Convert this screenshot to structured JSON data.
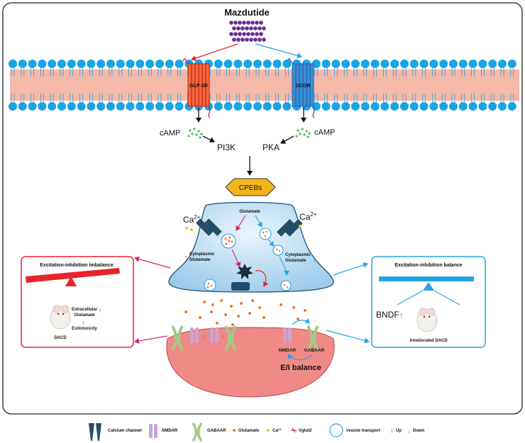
{
  "diagram": {
    "drug": "Mazdutide",
    "receptors": {
      "left": "GLP-1R",
      "right": "GCGR"
    },
    "second_messenger_left": "cAMP",
    "second_messenger_right": "cAMP",
    "kinase_left": "PI3K",
    "kinase_right": "PKA",
    "target": "CPEBs",
    "neuron": {
      "calcium_left": "Ca",
      "calcium_right": "Ca",
      "calcium_superscript": "2+",
      "glutamate": "Glutamate",
      "cytoplasmic_left": [
        "Cytoplasmic",
        "Glutamate"
      ],
      "cytoplasmic_right": [
        "Cytoplasmic",
        "Glutamate"
      ]
    },
    "left_panel": {
      "title": "Excitation-inhibition imbalance",
      "extracellular": [
        "Extracellular",
        "Glutamate"
      ],
      "exitotoxicity": "Exitotoxicity",
      "animal": "DACD"
    },
    "right_panel": {
      "title": "Excitation-inhibition balance",
      "bdnf": "BNDF",
      "animal": "Ameliorated DACD"
    },
    "postsynaptic": {
      "nmdar": "NMDAR",
      "gabaar": "GABAAR",
      "balance": "E/I balance"
    }
  },
  "legend": {
    "items": [
      {
        "icon": "calcium-channel-icon",
        "label": "Calcium channel"
      },
      {
        "icon": "nmdar-icon",
        "label": "NMDAR"
      },
      {
        "icon": "gabaar-icon",
        "label": "GABAAR"
      },
      {
        "icon": "glutamate-dot-icon",
        "label": "Glutamate"
      },
      {
        "icon": "calcium-dot-icon",
        "label": "Ca²⁺"
      },
      {
        "icon": "vglut2-icon",
        "label": "Vglut2"
      },
      {
        "icon": "vesicle-transport-icon",
        "label": "vesicle transport"
      },
      {
        "icon": "up-arrow-icon",
        "label": "Up"
      },
      {
        "icon": "down-arrow-icon",
        "label": "Down"
      }
    ]
  },
  "colors": {
    "red": "#e8222b",
    "blue": "#29a3e0",
    "membrane": "#f6b8a8",
    "lipid_head": "#1aa4e4",
    "cpeb": "#f3b51c",
    "neuron_fill": "#cfe6f7",
    "postsynaptic": "#f08a86",
    "channel": "#234e68",
    "nmdar": "#c9a3d6",
    "gabaar": "#b9dba6",
    "glutamate": "#f07a23",
    "calcium": "#f5c02a",
    "peptide": "#6a2a96",
    "camp": "#4cbb5c"
  }
}
